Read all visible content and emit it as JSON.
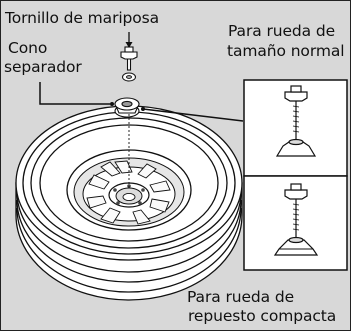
{
  "labels": {
    "wing_bolt": "Tornillo de mariposa",
    "spacer_cone_line1": "Cono",
    "spacer_cone_line2": "separador",
    "normal_wheel_line1": "Para rueda de",
    "normal_wheel_line2": "tamaño normal",
    "compact_wheel_line1": "Para rueda de",
    "compact_wheel_line2": "repuesto compacta"
  }
}
